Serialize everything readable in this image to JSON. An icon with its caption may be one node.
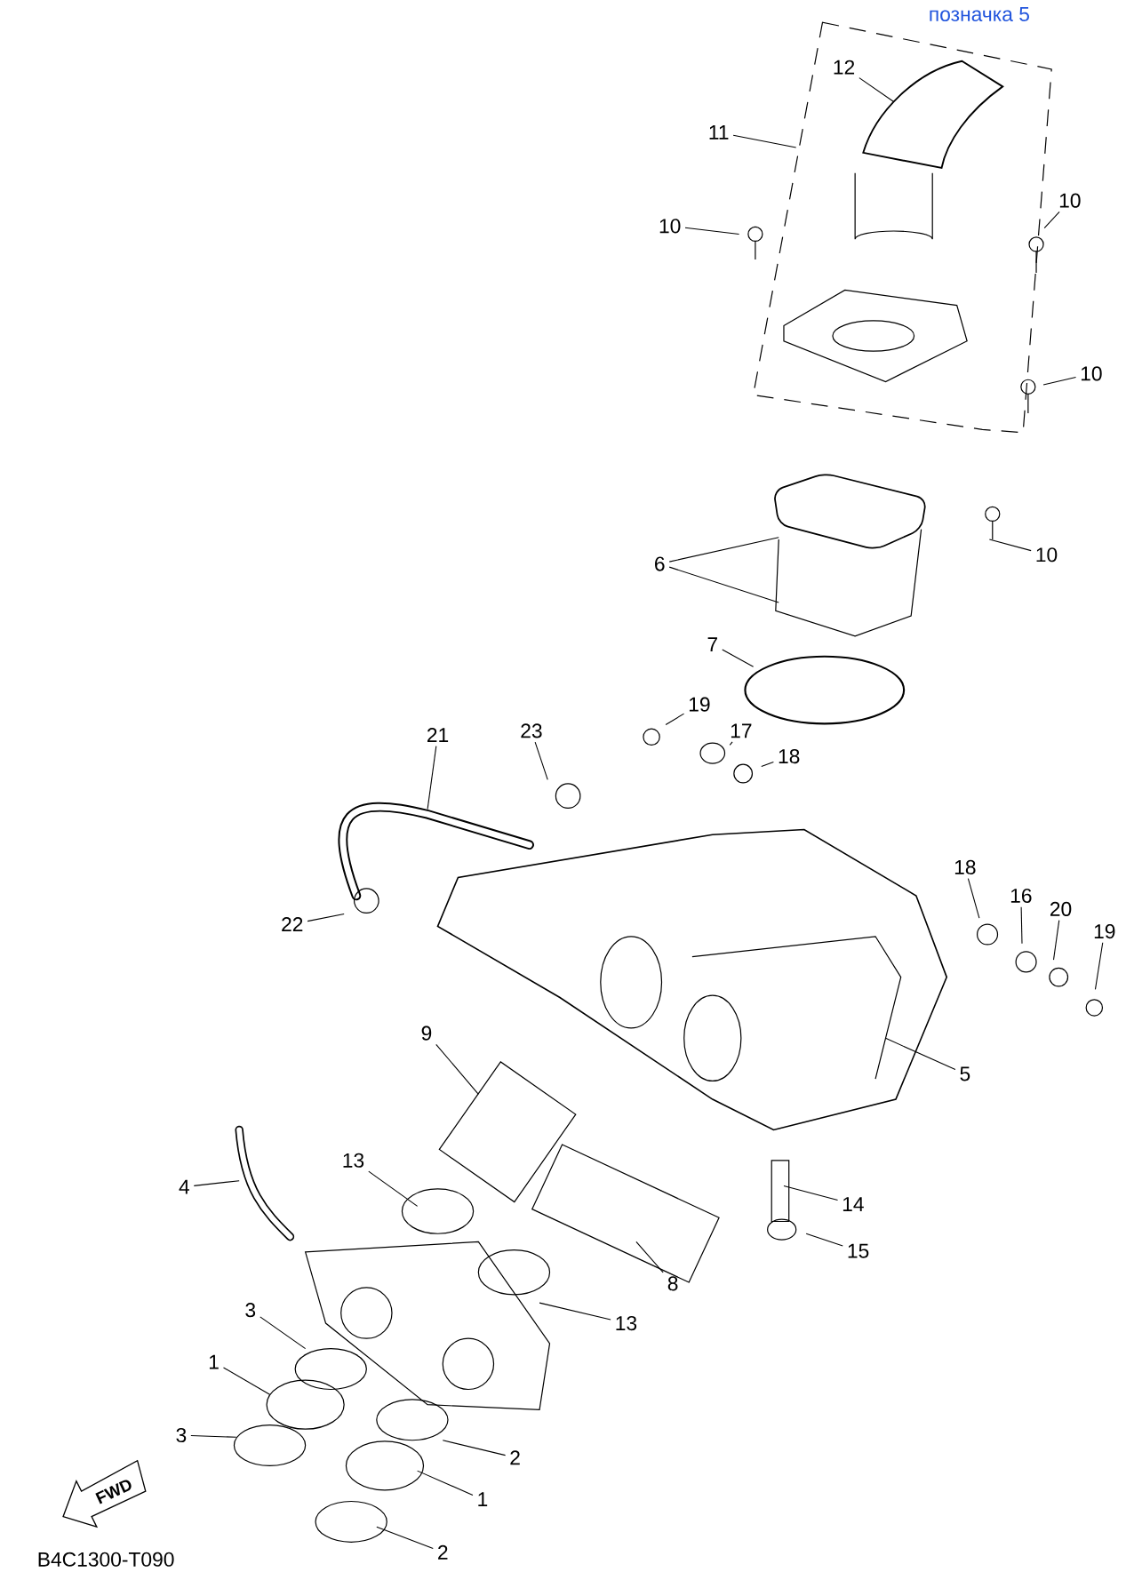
{
  "diagram": {
    "nodes": [
      {
        "text": [
          "12"
        ]
      },
      {
        "text": [
          "11"
        ]
      },
      {
        "text": [
          "10"
        ]
      },
      {
        "text": [
          "10"
        ]
      },
      {
        "text": [
          "10"
        ]
      },
      {
        "text": [
          "10"
        ]
      },
      {
        "text": [
          "6"
        ]
      },
      {
        "text": [
          "7"
        ]
      },
      {
        "text": [
          "19"
        ]
      },
      {
        "text": [
          "21"
        ]
      },
      {
        "text": [
          "23"
        ]
      },
      {
        "text": [
          "17"
        ]
      },
      {
        "text": [
          "18"
        ]
      },
      {
        "text": [
          "18"
        ]
      },
      {
        "text": [
          "16"
        ]
      },
      {
        "text": [
          "20"
        ]
      },
      {
        "text": [
          "22"
        ]
      },
      {
        "text": [
          "19"
        ]
      },
      {
        "text": [
          "9"
        ]
      },
      {
        "text": [
          "5"
        ]
      },
      {
        "text": [
          "13"
        ]
      },
      {
        "text": [
          "4"
        ]
      },
      {
        "text": [
          "14"
        ]
      },
      {
        "text": [
          "15"
        ]
      },
      {
        "text": [
          "8"
        ]
      },
      {
        "text": [
          "13"
        ]
      },
      {
        "text": [
          "3"
        ]
      },
      {
        "text": [
          "1"
        ]
      },
      {
        "text": [
          "3"
        ]
      },
      {
        "text": [
          "2"
        ]
      },
      {
        "text": [
          "1"
        ]
      },
      {
        "text": [
          "2"
        ]
      }
    ],
    "edges": [
      {
        "from": 0,
        "to": null,
        "arrow": "none"
      },
      {
        "from": 1,
        "to": null,
        "arrow": "none"
      },
      {
        "from": 2,
        "to": null,
        "arrow": "none"
      },
      {
        "from": 3,
        "to": null,
        "arrow": "none"
      },
      {
        "from": 4,
        "to": null,
        "arrow": "none"
      },
      {
        "from": 5,
        "to": null,
        "arrow": "none"
      },
      {
        "from": 6,
        "to": null,
        "arrow": "none"
      },
      {
        "from": 6,
        "to": null,
        "arrow": "none"
      },
      {
        "from": 7,
        "to": null,
        "arrow": "none"
      },
      {
        "from": 8,
        "to": null,
        "arrow": "none"
      },
      {
        "from": 9,
        "to": null,
        "arrow": "none"
      },
      {
        "from": 10,
        "to": null,
        "arrow": "none"
      },
      {
        "from": 11,
        "to": null,
        "arrow": "none"
      },
      {
        "from": 12,
        "to": null,
        "arrow": "none"
      },
      {
        "from": 13,
        "to": null,
        "arrow": "none"
      },
      {
        "from": 14,
        "to": null,
        "arrow": "none"
      },
      {
        "from": 15,
        "to": null,
        "arrow": "none"
      },
      {
        "from": 16,
        "to": null,
        "arrow": "none"
      },
      {
        "from": 17,
        "to": null,
        "arrow": "none"
      },
      {
        "from": 18,
        "to": null,
        "arrow": "none"
      },
      {
        "from": 19,
        "to": null,
        "arrow": "none"
      },
      {
        "from": 20,
        "to": null,
        "arrow": "none"
      },
      {
        "from": 21,
        "to": null,
        "arrow": "none"
      },
      {
        "from": 22,
        "to": null,
        "arrow": "none"
      },
      {
        "from": 23,
        "to": null,
        "arrow": "none"
      },
      {
        "from": 24,
        "to": null,
        "arrow": "none"
      },
      {
        "from": 25,
        "to": null,
        "arrow": "none"
      },
      {
        "from": 26,
        "to": null,
        "arrow": "none"
      },
      {
        "from": 27,
        "to": null,
        "arrow": "none"
      },
      {
        "from": 28,
        "to": null,
        "arrow": "none"
      },
      {
        "from": 29,
        "to": null,
        "arrow": "none"
      },
      {
        "from": 30,
        "to": null,
        "arrow": "none"
      },
      {
        "from": 31,
        "to": null,
        "arrow": "none"
      }
    ],
    "labels": [
      "позначка 5",
      "FWD",
      "B4C1300-T090"
    ]
  }
}
